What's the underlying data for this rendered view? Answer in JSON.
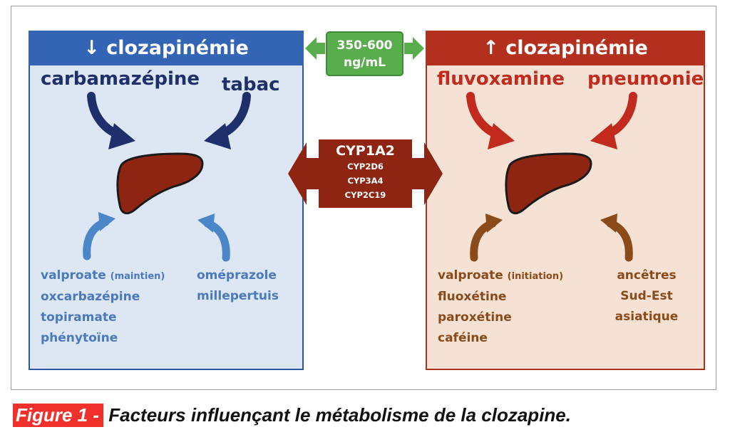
{
  "left_panel": {
    "header": "↓ clozapinémie",
    "inducers": [
      "carbamazépine",
      "tabac"
    ],
    "list_a": [
      {
        "text": "valproate",
        "note": "(maintien)"
      },
      {
        "text": "oxcarbazépine"
      },
      {
        "text": "topiramate"
      },
      {
        "text": "phénytoïne"
      }
    ],
    "list_b": [
      "oméprazole",
      "millepertuis"
    ]
  },
  "right_panel": {
    "header": "↑ clozapinémie",
    "inhibitors": [
      "fluvoxamine",
      "pneumonie"
    ],
    "list_a": [
      {
        "text": "valproate",
        "note": "(initiation)"
      },
      {
        "text": "fluoxétine"
      },
      {
        "text": "paroxétine"
      },
      {
        "text": "caféine"
      }
    ],
    "list_b": [
      "ancêtres",
      "Sud-Est",
      "asiatique"
    ]
  },
  "center": {
    "enzyme_main": "CYP1A2",
    "enzymes_minor": [
      "CYP2D6",
      "CYP3A4",
      "CYP2C19"
    ]
  },
  "target_range": {
    "line1": "350-600",
    "line2": "ng/mL"
  },
  "caption": {
    "label": "Figure 1 -",
    "text": " Facteurs influençant le métabolisme de la clozapine."
  },
  "colors": {
    "left_accent": "#3464b4",
    "right_accent": "#b3301f",
    "green": "#5aad4d",
    "liver": "#8e2513",
    "caption_label": "#f0302b"
  }
}
